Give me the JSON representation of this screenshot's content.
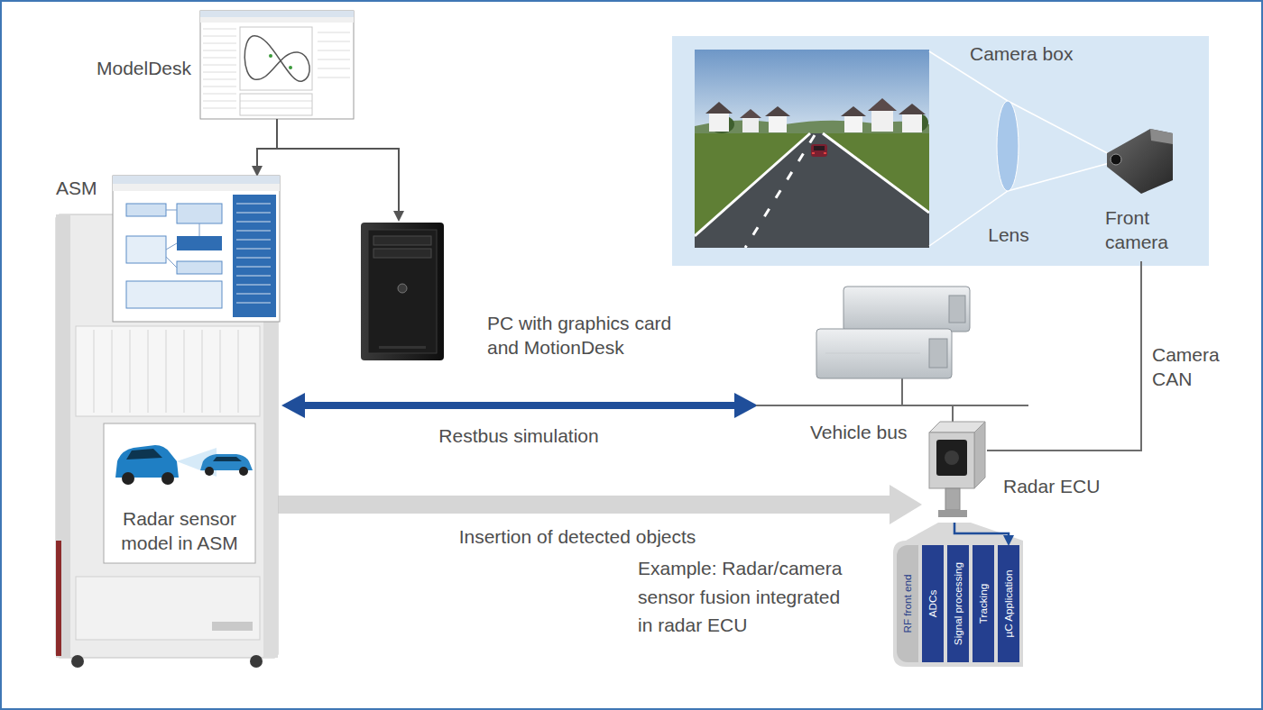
{
  "diagram": {
    "nodes": [
      {
        "text": [
          "ModelDesk"
        ]
      },
      {
        "text": [
          "ASM"
        ]
      },
      {
        "text": [
          "Radar sensor model in ASM"
        ],
        "in": 1
      },
      {
        "text": [
          "PC with graphics card and MotionDesk"
        ]
      },
      {
        "text": [
          "Camera box"
        ]
      },
      {
        "text": [
          "Lens"
        ],
        "in": 4
      },
      {
        "text": [
          "Front camera"
        ],
        "in": 4
      },
      {
        "text": [
          "Radar ECU"
        ]
      },
      {
        "text": [
          "RF front end"
        ]
      },
      {
        "text": [
          "ADCs"
        ]
      },
      {
        "text": [
          "Signal processing"
        ]
      },
      {
        "text": [
          "Tracking"
        ]
      },
      {
        "text": [
          "µC Application"
        ]
      }
    ],
    "edges": [
      {
        "from": 0,
        "to": 1,
        "arrow": "to"
      },
      {
        "from": 0,
        "to": 3,
        "arrow": "to"
      },
      {
        "from": 2,
        "to": 7,
        "arrow": "to",
        "label": "Insertion of detected objects"
      },
      {
        "from": 6,
        "to": 7,
        "arrow": "none",
        "label": "Camera CAN"
      },
      {
        "from": 7,
        "to": 12,
        "arrow": "to"
      }
    ],
    "labels": [
      "Restbus simulation",
      "Vehicle bus",
      "Example: Radar/camera sensor fusion integrated in radar ECU"
    ]
  }
}
